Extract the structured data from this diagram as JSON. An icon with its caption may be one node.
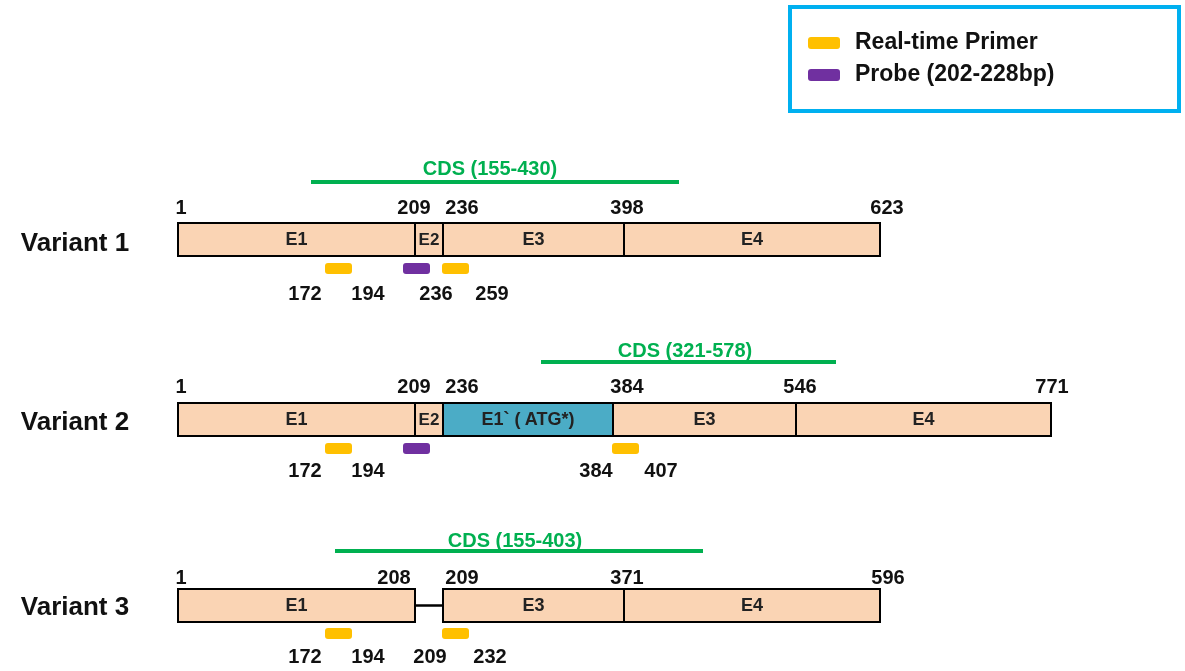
{
  "diagram": {
    "nodes": [
      {
        "text": [
          "E1"
        ]
      },
      {
        "text": [
          "E2"
        ]
      },
      {
        "text": [
          "E3"
        ]
      },
      {
        "text": [
          "E4"
        ]
      },
      {
        "text": [
          "E1"
        ]
      },
      {
        "text": [
          "E2"
        ]
      },
      {
        "text": [
          "E1` ( ATG*)"
        ]
      },
      {
        "text": [
          "E3"
        ]
      },
      {
        "text": [
          "E4"
        ]
      },
      {
        "text": [
          "E1"
        ]
      },
      {
        "text": [
          "E3"
        ]
      },
      {
        "text": [
          "E4"
        ]
      }
    ],
    "edges": [
      {
        "from": 9,
        "to": 10,
        "arrow": "none"
      }
    ],
    "labels": [
      "CDS (155-430)",
      "1",
      "209",
      "236",
      "398",
      "623",
      "Variant 1",
      "172",
      "194",
      "236",
      "259",
      "CDS (321-578)",
      "1",
      "209",
      "236",
      "384",
      "546",
      "771",
      "Variant 2",
      "172",
      "194",
      "384",
      "407",
      "CDS (155-403)",
      "1",
      "208",
      "209",
      "371",
      "596",
      "Variant 3",
      "172",
      "194",
      "209",
      "232"
    ],
    "legend": [
      {
        "text": "Real-time Primer",
        "color": "#ffc000"
      },
      {
        "text": "Probe (202-228bp)",
        "color": "#7030a0"
      }
    ]
  }
}
